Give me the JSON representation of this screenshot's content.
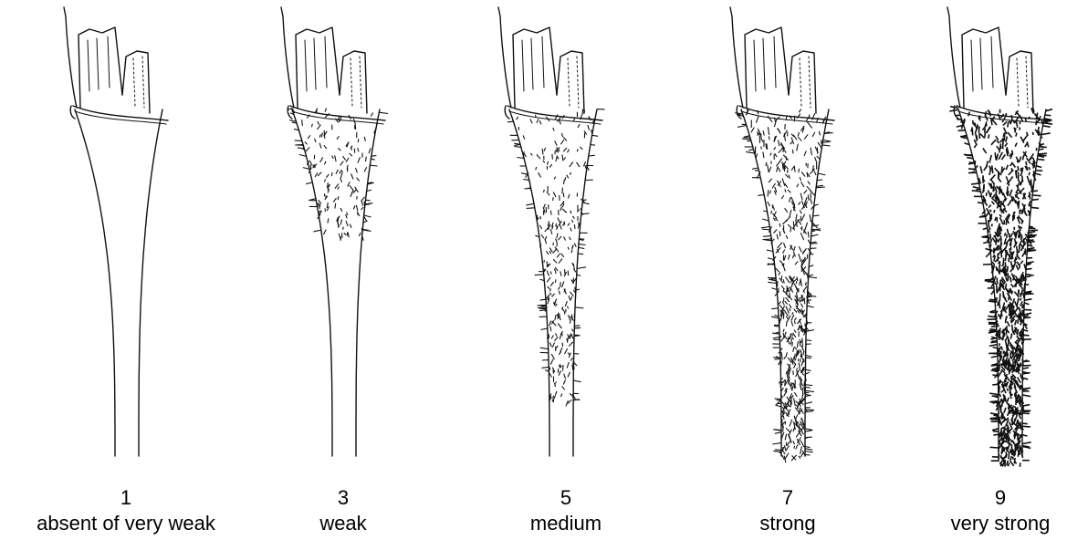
{
  "stages": [
    {
      "note": "1",
      "label": "absent of very weak",
      "hair_density": 0
    },
    {
      "note": "3",
      "label": "weak",
      "hair_density": 1
    },
    {
      "note": "5",
      "label": "medium",
      "hair_density": 2
    },
    {
      "note": "7",
      "label": "strong",
      "hair_density": 3
    },
    {
      "note": "9",
      "label": "very strong",
      "hair_density": 4
    }
  ]
}
